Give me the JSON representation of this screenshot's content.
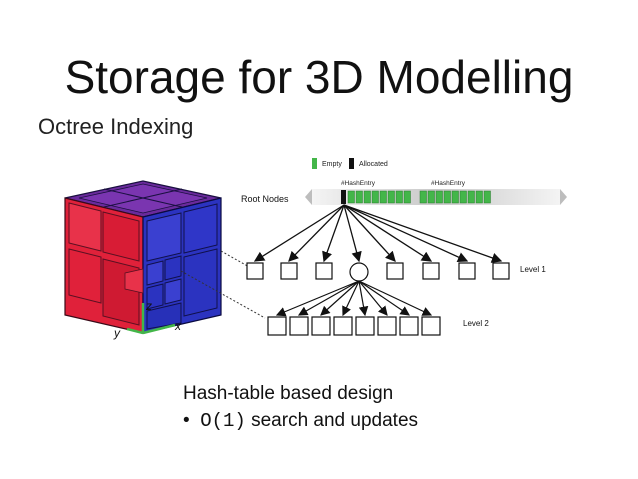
{
  "slide": {
    "title": "Storage for 3D Modelling",
    "subtitle": "Octree Indexing"
  },
  "figure": {
    "legend_empty": "Empty",
    "legend_allocated": "Allocated",
    "root_label": "Root Nodes",
    "hash_entry_1": "#HashEntry",
    "hash_entry_2": "#HashEntry",
    "level1_label": "Level 1",
    "level2_label": "Level 2",
    "axis_x": "x",
    "axis_y": "y",
    "axis_z": "z",
    "colors": {
      "empty": "#43b649",
      "allocated": "#111111",
      "cube_red": "#e0213a",
      "cube_blue": "#2b33c0",
      "cube_purple": "#5a1a8a"
    }
  },
  "body": {
    "heading": "Hash-table based design",
    "bullet_marker": "•",
    "bullet_code": "O(1)",
    "bullet_text": " search and updates"
  }
}
